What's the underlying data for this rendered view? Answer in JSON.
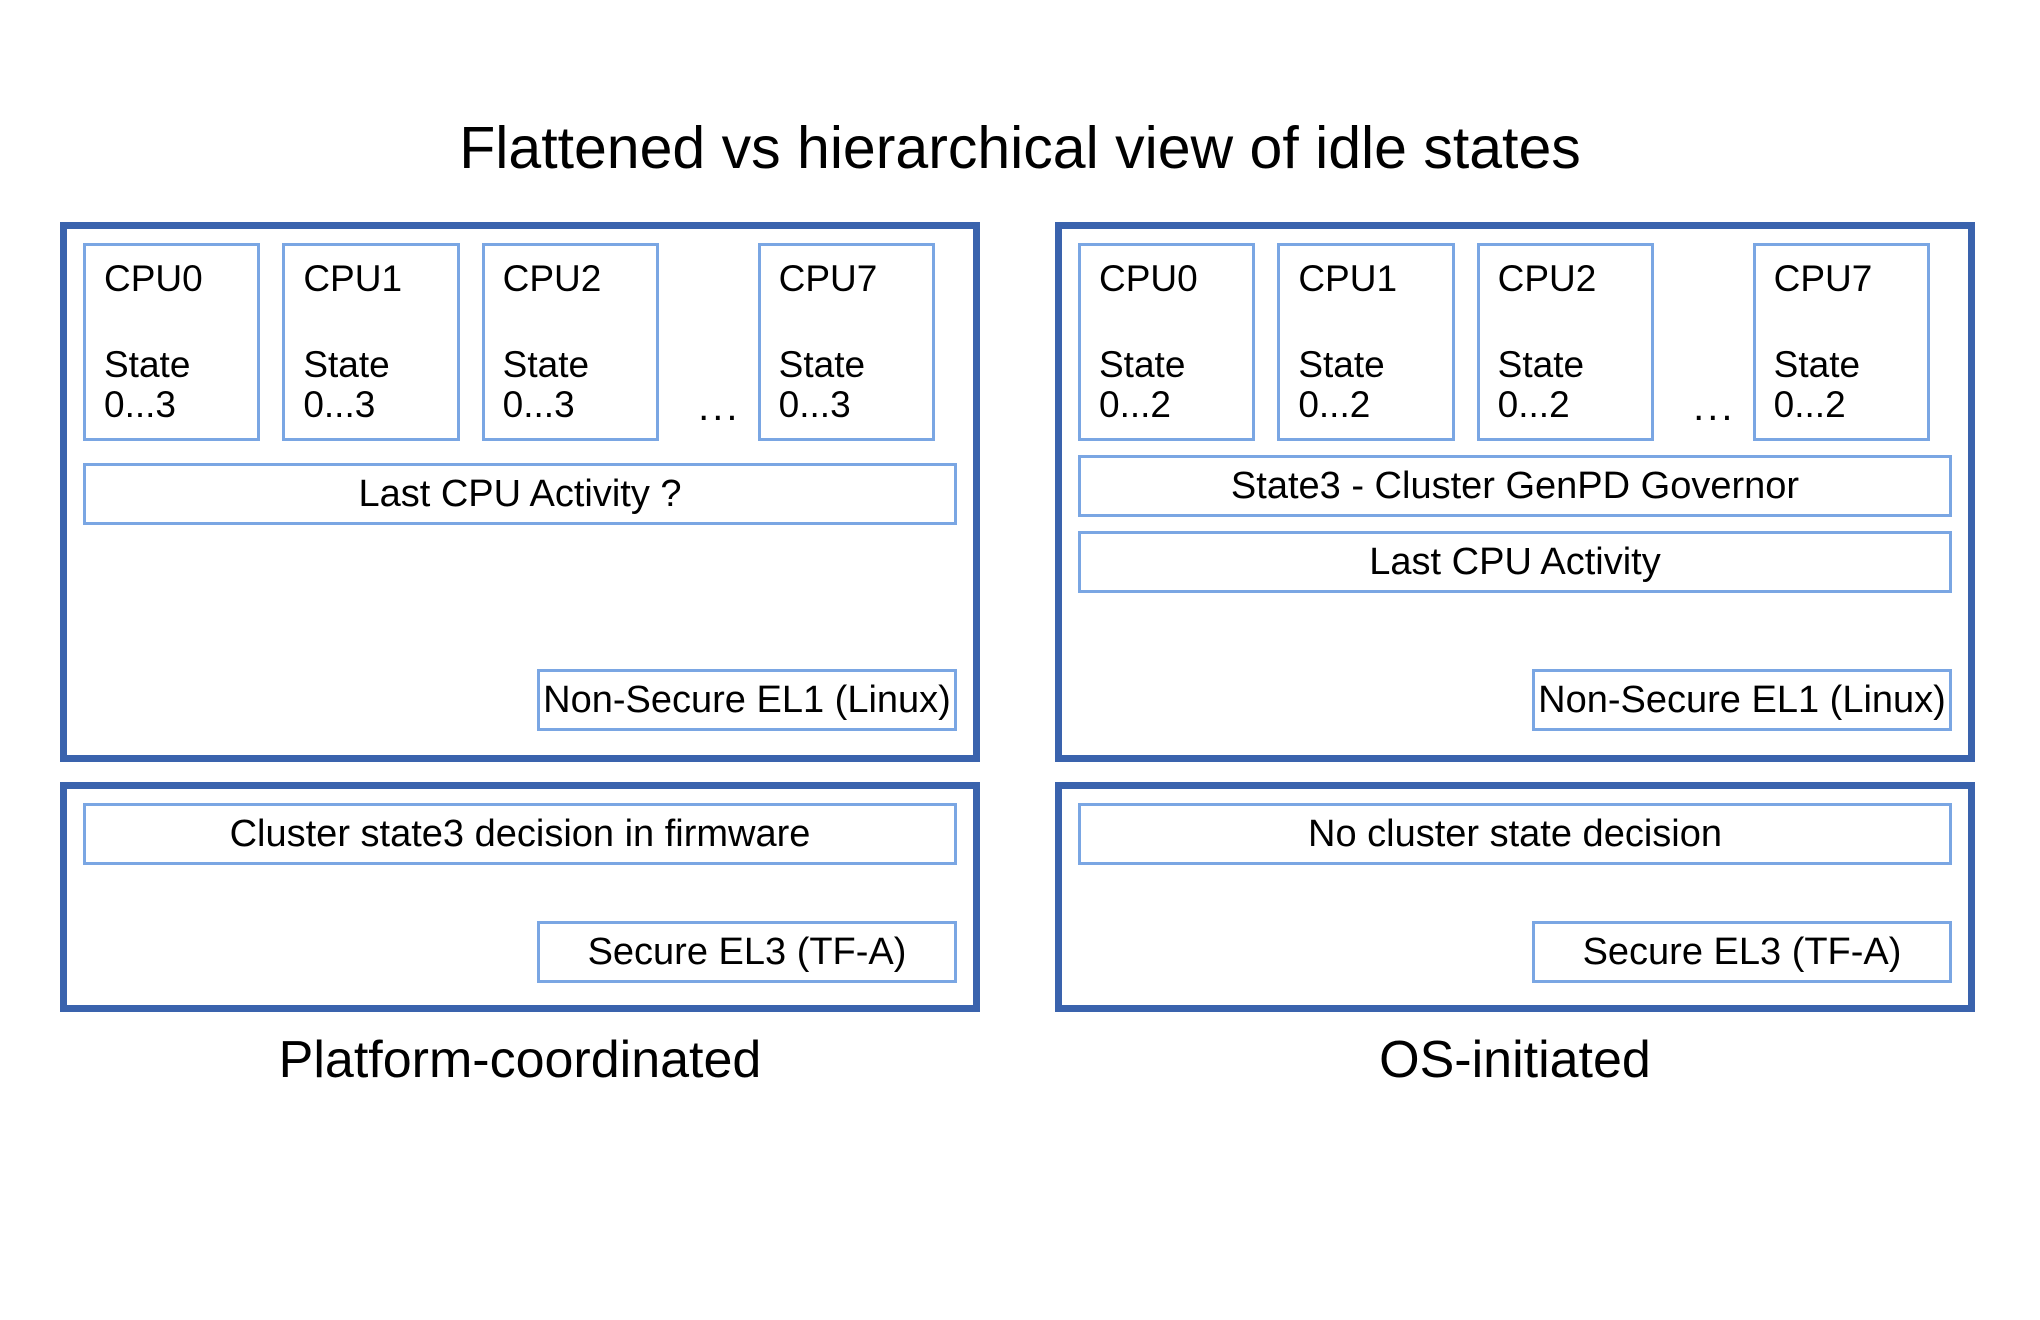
{
  "title": "Flattened vs hierarchical view of idle states",
  "colors": {
    "outer_border": "#3a63ad",
    "inner_border": "#7aa6e3",
    "background": "#ffffff",
    "text": "#000000"
  },
  "left": {
    "caption": "Platform-coordinated",
    "os_section": {
      "cpus": [
        {
          "name": "CPU0",
          "state_label": "State",
          "state_range": "0...3"
        },
        {
          "name": "CPU1",
          "state_label": "State",
          "state_range": "0...3"
        },
        {
          "name": "CPU2",
          "state_label": "State",
          "state_range": "0...3"
        },
        {
          "name": "CPU7",
          "state_label": "State",
          "state_range": "0...3"
        }
      ],
      "ellipsis": "...",
      "bars": [
        "Last CPU Activity ?"
      ],
      "level_tag": "Non-Secure EL1 (Linux)"
    },
    "fw_section": {
      "bars": [
        "Cluster state3 decision in firmware"
      ],
      "level_tag": "Secure EL3 (TF-A)"
    }
  },
  "right": {
    "caption": "OS-initiated",
    "os_section": {
      "cpus": [
        {
          "name": "CPU0",
          "state_label": "State",
          "state_range": "0...2"
        },
        {
          "name": "CPU1",
          "state_label": "State",
          "state_range": "0...2"
        },
        {
          "name": "CPU2",
          "state_label": "State",
          "state_range": "0...2"
        },
        {
          "name": "CPU7",
          "state_label": "State",
          "state_range": "0...2"
        }
      ],
      "ellipsis": "...",
      "bars": [
        "State3 - Cluster GenPD Governor",
        "Last CPU Activity"
      ],
      "level_tag": "Non-Secure EL1 (Linux)"
    },
    "fw_section": {
      "bars": [
        "No cluster state decision"
      ],
      "level_tag": "Secure EL3 (TF-A)"
    }
  }
}
